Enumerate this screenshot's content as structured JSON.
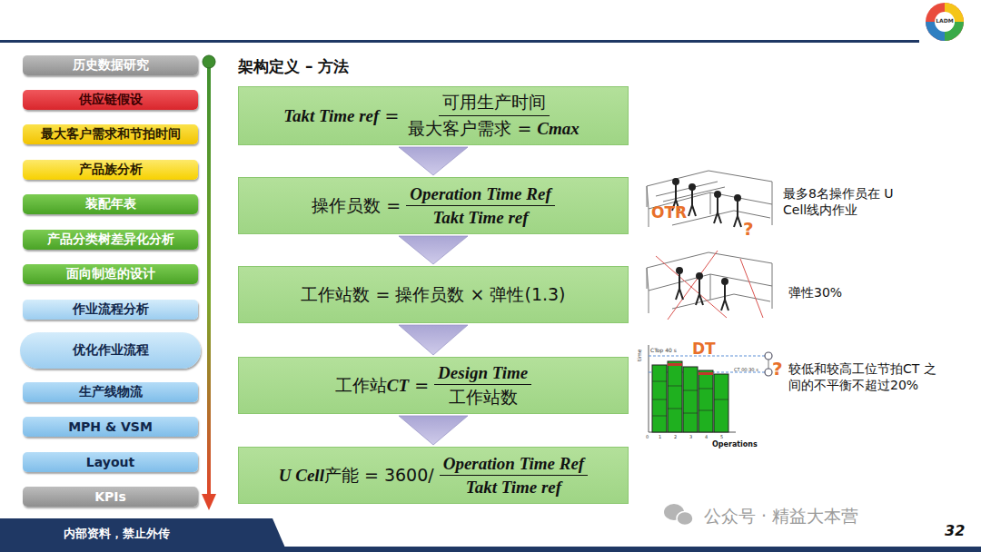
{
  "diagram": {
    "title": "架构定义 – 方法",
    "nodes": [
      {
        "text": [
          "历史数据研究"
        ]
      },
      {
        "text": [
          "供应链假设"
        ]
      },
      {
        "text": [
          "最大客户需求和节拍时间"
        ]
      },
      {
        "text": [
          "产品族分析"
        ]
      },
      {
        "text": [
          "装配年表"
        ]
      },
      {
        "text": [
          "产品分类树差异化分析"
        ]
      },
      {
        "text": [
          "面向制造的设计"
        ]
      },
      {
        "text": [
          "作业流程分析"
        ]
      },
      {
        "text": [
          "优化作业流程"
        ]
      },
      {
        "text": [
          "生产线物流"
        ]
      },
      {
        "text": [
          "MPH & VSM"
        ]
      },
      {
        "text": [
          "Layout"
        ]
      },
      {
        "text": [
          "KPIs"
        ]
      },
      {
        "text": [
          "Takt Time ref =",
          "可用生产时间",
          "最大客户需求 = Cmax"
        ]
      },
      {
        "text": [
          "操作员数 =",
          "Operation Time Ref",
          "Takt Time ref"
        ]
      },
      {
        "text": [
          "工作站数 = 操作员数 × 弹性(1.3)"
        ]
      },
      {
        "text": [
          "工作站CT =",
          "Design Time",
          "工作站数"
        ]
      },
      {
        "text": [
          "U Cell产能 = 3600/",
          "Operation Time Ref",
          "Takt Time ref"
        ]
      }
    ],
    "edges": [
      {
        "from": 13,
        "to": 14,
        "arrow": "to"
      },
      {
        "from": 14,
        "to": 15,
        "arrow": "to"
      },
      {
        "from": 15,
        "to": 16,
        "arrow": "to"
      },
      {
        "from": 16,
        "to": 17,
        "arrow": "to"
      }
    ],
    "labels": [
      "LADM",
      "OTR",
      "?",
      "最多8名操作员在 U Cell线内作业",
      "弹性30%",
      "DT",
      "?",
      "较低和较高工位节拍CT 之间的不平衡不超过20%",
      "CTop 40 s",
      "CT 00:30 s",
      "time",
      "0",
      "1",
      "2",
      "3",
      "4",
      "5",
      "Operations",
      "内部资料，禁止外传",
      "公众号 · 精益大本营",
      "32"
    ]
  }
}
